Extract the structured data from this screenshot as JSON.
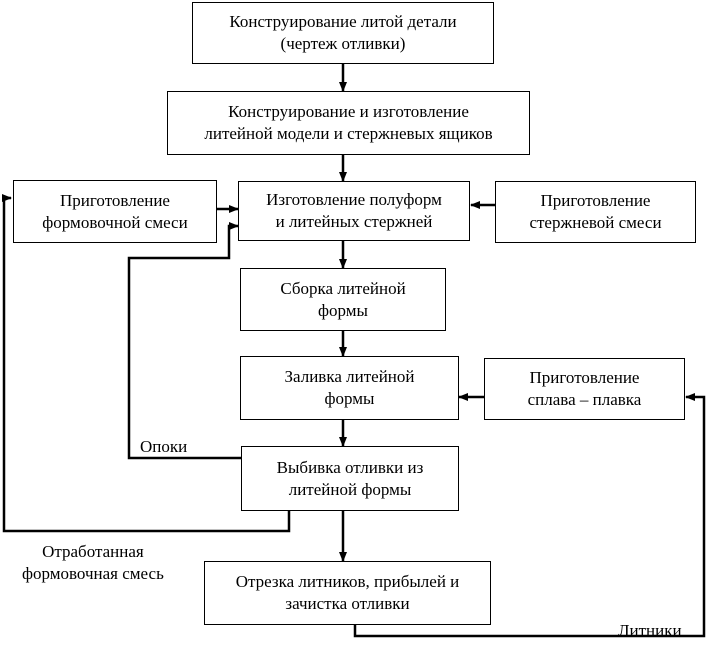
{
  "boxes": {
    "design_casting": "Конструирование литой детали\n(чертеж отливки)",
    "design_model": "Конструирование и изготовление\nлитейной модели и стержневых ящиков",
    "molding_mix": "Приготовление\nформовочной смеси",
    "half_molds": "Изготовление полуформ\nи литейных стержней",
    "core_mix": "Приготовление\nстержневой смеси",
    "assembly": "Сборка литейной\nформы",
    "pouring": "Заливка литейной\nформы",
    "alloy": "Приготовление\nсплава – плавка",
    "knockout": "Выбивка отливки из\nлитейной формы",
    "cutting": "Отрезка литников, прибылей и\nзачистка отливки"
  },
  "labels": {
    "flasks": "Опоки",
    "used_mix": "Отработанная\nформовочная смесь",
    "gates": "Литники"
  }
}
